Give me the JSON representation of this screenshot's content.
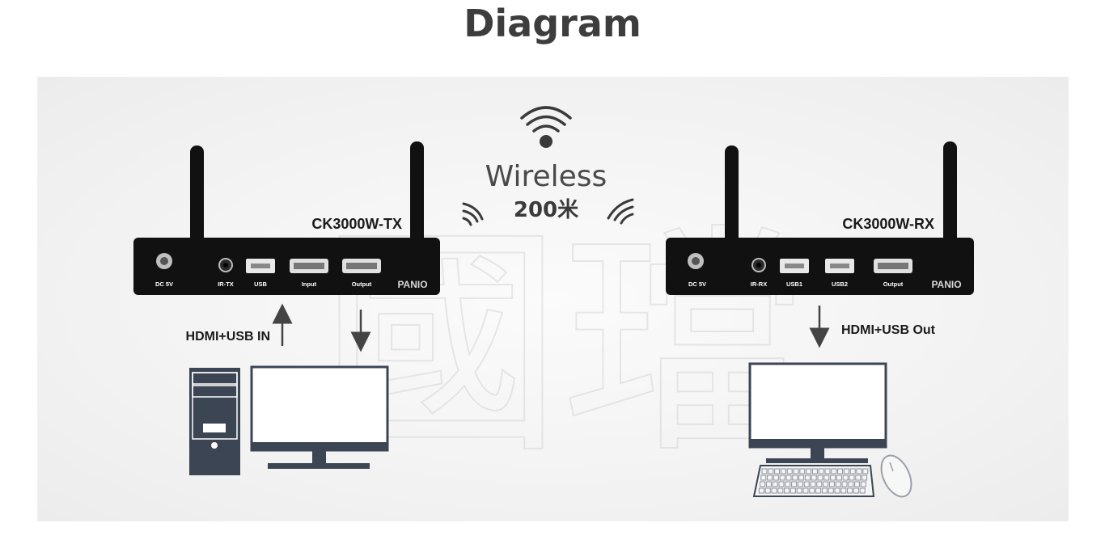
{
  "title": "Diagram",
  "wireless": {
    "label": "Wireless",
    "distance": "200米"
  },
  "watermark": "國璫",
  "tx": {
    "model": "CK3000W-TX",
    "ports": [
      "DC 5V",
      "IR-TX",
      "USB",
      "Input",
      "Output"
    ],
    "brand": "PANIO",
    "input_label": "HDMI+USB IN"
  },
  "rx": {
    "model": "CK3000W-RX",
    "ports": [
      "DC 5V",
      "IR-RX",
      "USB1",
      "USB2",
      "Output"
    ],
    "brand": "PANIO",
    "output_label": "HDMI+USB Out"
  },
  "colors": {
    "device": "#111111",
    "arrow": "#444444",
    "computer": "#3c4553",
    "text": "#1a1a1a"
  },
  "icons": [
    "wifi-icon",
    "signal-left-icon",
    "signal-right-icon",
    "tower-pc-icon",
    "monitor-icon",
    "keyboard-icon",
    "mouse-icon"
  ]
}
